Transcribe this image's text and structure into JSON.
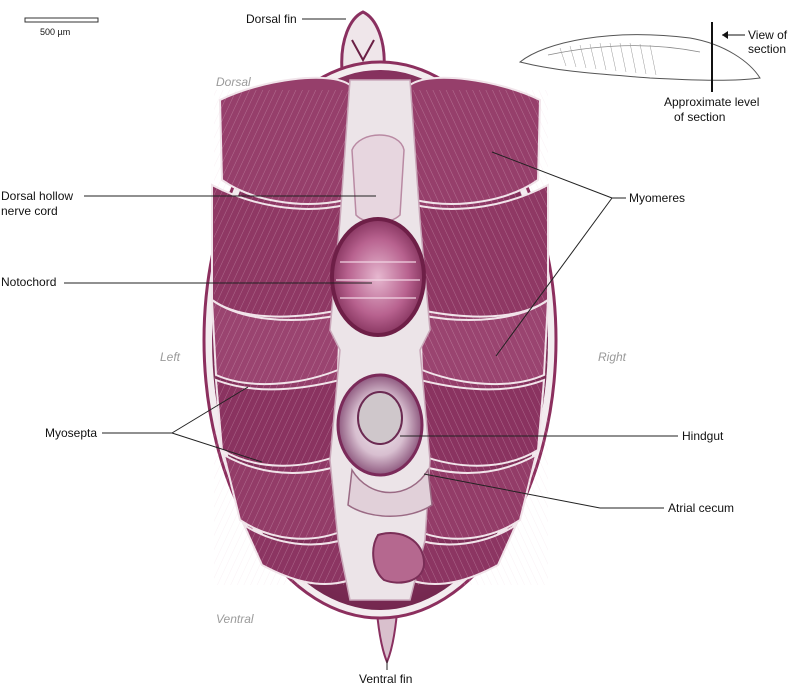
{
  "scale_bar": {
    "label": "500 µm"
  },
  "orientation": {
    "dorsal": "Dorsal",
    "ventral": "Ventral",
    "left": "Left",
    "right": "Right"
  },
  "inset": {
    "view_line1": "View of",
    "view_line2": "section",
    "level_line1": "Approximate level",
    "level_line2": "of section"
  },
  "labels": {
    "dorsal_fin": "Dorsal fin",
    "nerve_cord_line1": "Dorsal hollow",
    "nerve_cord_line2": "nerve cord",
    "notochord": "Notochord",
    "myosepta": "Myosepta",
    "myomeres": "Myomeres",
    "hindgut": "Hindgut",
    "atrial_cecum": "Atrial cecum",
    "ventral_fin": "Ventral fin"
  },
  "colors": {
    "tissue_dark": "#7a2a50",
    "tissue_mid": "#9c4470",
    "tissue_light": "#c78aa8",
    "notochord": "#b05585",
    "cavity": "#ece6ea"
  }
}
